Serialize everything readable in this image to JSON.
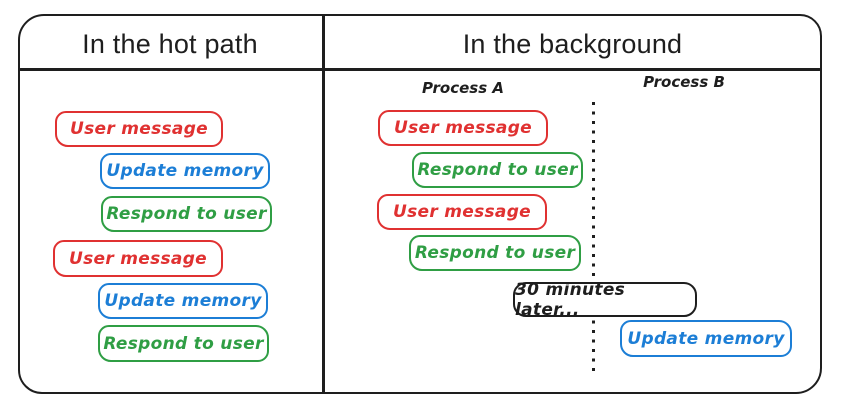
{
  "diagram": {
    "type": "flow-comparison",
    "style": "hand-drawn (excalidraw-like)",
    "colors": {
      "user_message": "#e03131",
      "update_memory": "#1c7ed6",
      "respond_to_user": "#2f9e44",
      "ink": "#1e1e1e",
      "background": "#ffffff"
    },
    "panels": {
      "hot_path": {
        "title": "In the hot path",
        "boxes": [
          {
            "label": "User message",
            "color": "red"
          },
          {
            "label": "Update memory",
            "color": "blue"
          },
          {
            "label": "Respond to user",
            "color": "green"
          },
          {
            "label": "User message",
            "color": "red"
          },
          {
            "label": "Update memory",
            "color": "blue"
          },
          {
            "label": "Respond to user",
            "color": "green"
          }
        ]
      },
      "background": {
        "title": "In the background",
        "lanes": {
          "process_a": "Process A",
          "process_b": "Process B"
        },
        "boxes": [
          {
            "label": "User message",
            "color": "red",
            "lane": "process_a"
          },
          {
            "label": "Respond to user",
            "color": "green",
            "lane": "process_a"
          },
          {
            "label": "User message",
            "color": "red",
            "lane": "process_a"
          },
          {
            "label": "Respond to user",
            "color": "green",
            "lane": "process_a"
          },
          {
            "label": "30 minutes later...",
            "color": "black",
            "lane": "between"
          },
          {
            "label": "Update memory",
            "color": "blue",
            "lane": "process_b"
          }
        ]
      }
    }
  }
}
